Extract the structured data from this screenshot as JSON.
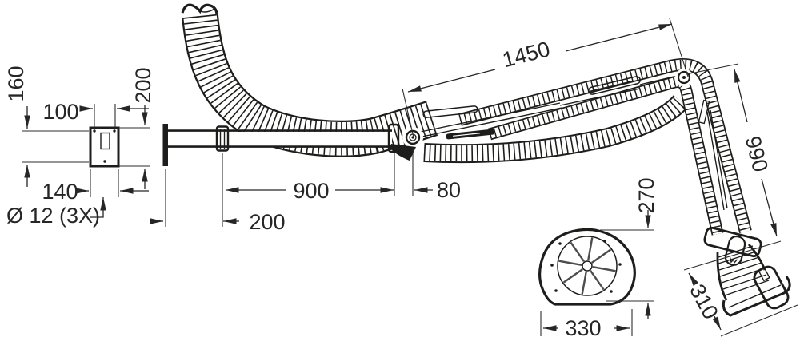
{
  "drawing": {
    "type": "technical-dimension-drawing",
    "subject": "wall-mounted extraction arm with flexible hose, support tube and suction hood",
    "line_color": "#1d1d1b",
    "background": "#ffffff",
    "dimensions": {
      "bracket_hole_spacing_vertical": "160",
      "bracket_hole_spacing_horizontal": "100",
      "bracket_height": "200",
      "bracket_width": "140",
      "mounting_holes": "Ø 12 (3X)",
      "support_tube_length": "900",
      "pivot_offset": "80",
      "flange_to_collar": "200",
      "upper_arm_length": "1450",
      "lower_arm_length": "990",
      "hood_height": "270",
      "hood_width": "330",
      "hood_length": "310"
    }
  }
}
